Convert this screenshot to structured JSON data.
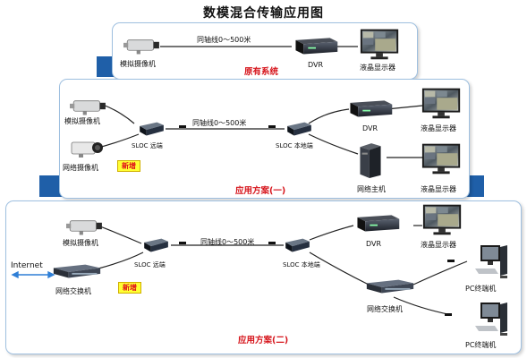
{
  "title": "数模混合传输应用图",
  "colors": {
    "step_blue": "#1f5fa8",
    "accent_red": "#d6141b",
    "new_badge_bg": "#ffff33",
    "panel_border": "#9fc0e0"
  },
  "panel_top": {
    "analog_camera": "模拟摄像机",
    "coax": "同轴线0～500米",
    "dvr": "DVR",
    "lcd": "液晶显示器",
    "caption": "原有系统"
  },
  "panel_mid": {
    "analog_camera": "模拟摄像机",
    "ip_camera": "网络摄像机",
    "new_badge": "新增",
    "sloc_remote": "SLOC 远端",
    "coax": "同轴线0～500米",
    "sloc_local": "SLOC 本地端",
    "dvr": "DVR",
    "lcd1": "液晶显示器",
    "host": "网络主机",
    "lcd2": "液晶显示器",
    "caption": "应用方案(一)"
  },
  "panel_bot": {
    "internet": "Internet",
    "analog_camera": "模拟摄像机",
    "switch_left": "网络交换机",
    "new_badge": "新增",
    "sloc_remote": "SLOC 远端",
    "coax": "同轴线0～500米",
    "sloc_local": "SLOC 本地端",
    "dvr": "DVR",
    "lcd": "液晶显示器",
    "switch_right": "网络交换机",
    "pc1": "PC终端机",
    "pc2": "PC终端机",
    "caption": "应用方案(二)"
  }
}
